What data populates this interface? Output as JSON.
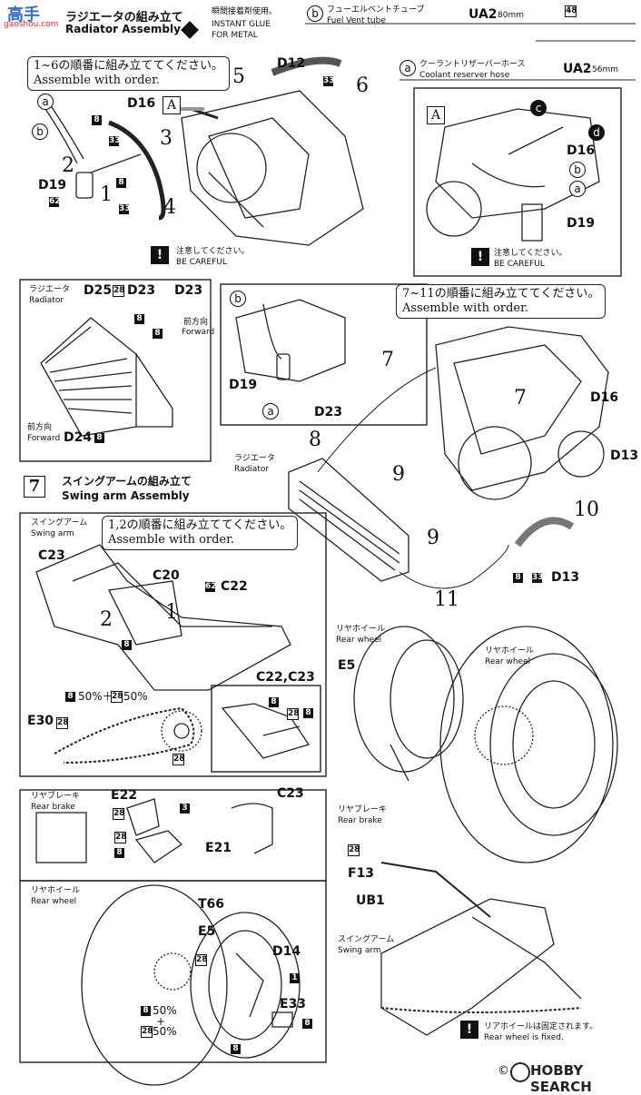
{
  "logo": {
    "site": "高手",
    "url": "gaoshou.com"
  },
  "step6": {
    "title_jp": "ラジエータの組み立て",
    "title_en": "Radiator Assembly",
    "glue_jp": "瞬間接着剤使用。",
    "glue_en": "INSTANT GLUE",
    "glue_en2": "FOR METAL"
  },
  "tube_b": {
    "letter": "b",
    "jp": "フューエルベントチューブ",
    "en": "Fuel Vent tube",
    "code": "UA2",
    "len": "80mm",
    "page": "48"
  },
  "tube_a": {
    "letter": "a",
    "jp": "クーラントリザーバーホース",
    "en": "Coolant reserver hose",
    "code": "UA2",
    "len": "56mm"
  },
  "note1": {
    "jp": "1~6の順番に組み立ててください。",
    "en": "Assemble with order."
  },
  "care": {
    "jp": "注意してください。",
    "en": "BE CAREFUL"
  },
  "rad_box": {
    "jp": "ラジエータ",
    "en": "Radiator",
    "fwd_jp": "前方向",
    "fwd_en": "Forward"
  },
  "note2": {
    "jp": "7~11の順番に組み立ててください。",
    "en": "Assemble with order."
  },
  "radiator_label": {
    "jp": "ラジエータ",
    "en": "Radiator"
  },
  "step7": {
    "num": "7",
    "title_jp": "スイングアームの組み立て",
    "title_en": "Swing arm Assembly"
  },
  "swing": {
    "jp": "スイングアーム",
    "en": "Swing arm"
  },
  "note3": {
    "jp": "1,2の順番に組み立ててください。",
    "en": "Assemble with order."
  },
  "chain": {
    "label": "50%＋",
    "label2": "50%"
  },
  "rear_brake": {
    "jp": "リヤブレーキ",
    "en": "Rear brake"
  },
  "rear_wheel": {
    "jp": "リヤホイール",
    "en": "Rear wheel"
  },
  "fixed": {
    "jp": "リアホイールは固定されます。",
    "en": "Rear wheel is fixed."
  },
  "parts": {
    "D12": "D12",
    "D16": "D16",
    "D19": "D19",
    "D23": "D23",
    "D25": "D25",
    "D24": "D24",
    "D13": "D13",
    "D14": "D14",
    "C23": "C23",
    "C20": "C20",
    "C22": "C22",
    "C22C23": "C22,C23",
    "E30": "E30",
    "E22": "E22",
    "E21": "E21",
    "E5": "E5",
    "E33": "E33",
    "T66": "T66",
    "F13": "F13",
    "UB1": "UB1",
    "A": "A"
  },
  "nums": {
    "n1": "1",
    "n2": "2",
    "n3": "3",
    "n4": "4",
    "n5": "5",
    "n6": "6",
    "n7": "7",
    "n8": "8",
    "n9": "9",
    "n10": "10",
    "n11": "11"
  },
  "paint": {
    "p8": "8",
    "p33": "33",
    "p62": "62",
    "p28": "28",
    "p3": "3",
    "p1": "1",
    "c": "c",
    "d": "d",
    "b": "b",
    "a": "a"
  },
  "watermark": "HOBBY SEARCH",
  "copyright": "©"
}
